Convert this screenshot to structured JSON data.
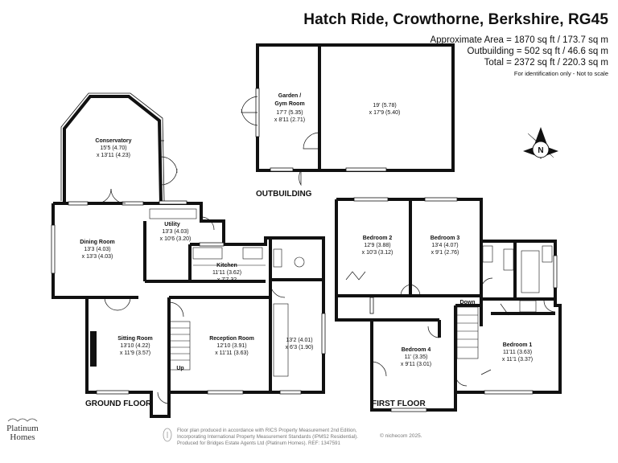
{
  "header": {
    "title": "Hatch Ride, Crowthorne, Berkshire, RG45",
    "area": "Approximate Area = 1870 sq ft / 173.7 sq m",
    "outbuilding": "Outbuilding = 502 sq ft / 46.6 sq m",
    "total": "Total = 2372 sq ft / 220.3 sq m",
    "note": "For identification only - Not to scale"
  },
  "compass": {
    "letter": "N"
  },
  "outbuilding": {
    "label": "OUTBUILDING",
    "garden": {
      "name": "Garden /",
      "name2": "Gym Room",
      "dim1": "17'7 (5.35)",
      "dim2": "x 8'11 (2.71)"
    },
    "main": {
      "dim1": "19' (5.78)",
      "dim2": "x 17'9 (5.40)"
    }
  },
  "ground": {
    "label": "GROUND FLOOR",
    "conservatory": {
      "name": "Conservatory",
      "dim1": "15'5 (4.70)",
      "dim2": "x 13'11 (4.23)"
    },
    "dining": {
      "name": "Dining Room",
      "dim1": "13'3 (4.03)",
      "dim2": "x 13'3 (4.03)"
    },
    "utility": {
      "name": "Utility",
      "dim1": "13'3 (4.03)",
      "dim2": "x 10'6 (3.20)"
    },
    "kitchen": {
      "name": "Kitchen",
      "dim1": "11'11 (3.62)",
      "dim2": "x 7'7.32"
    },
    "sitting": {
      "name": "Sitting Room",
      "dim1": "13'10 (4.22)",
      "dim2": "x 11'9 (3.57)"
    },
    "reception": {
      "name": "Reception Room",
      "dim1": "12'10 (3.91)",
      "dim2": "x 11'11 (3.63)"
    },
    "garage": {
      "dim1": "13'2 (4.01)",
      "dim2": "x 6'3 (1.90)"
    },
    "up": "Up"
  },
  "first": {
    "label": "FIRST FLOOR",
    "bed2": {
      "name": "Bedroom 2",
      "dim1": "12'9 (3.88)",
      "dim2": "x 10'3 (3.12)"
    },
    "bed3": {
      "name": "Bedroom 3",
      "dim1": "13'4 (4.07)",
      "dim2": "x 9'1 (2.76)"
    },
    "bed4": {
      "name": "Bedroom 4",
      "dim1": "11' (3.35)",
      "dim2": "x 9'11 (3.01)"
    },
    "bed1": {
      "name": "Bedroom 1",
      "dim1": "11'11 (3.63)",
      "dim2": "x 11'1 (3.37)"
    },
    "down": "Down"
  },
  "logo": {
    "line1": "Platinum",
    "line2": "Homes"
  },
  "footer": {
    "line1": "Floor plan produced in accordance with RICS Property Measurement 2nd Edition,",
    "line2": "Incorporating International Property Measurement Standards (IPMS2 Residential).",
    "line3": "Produced for Bridges Estate Agents Ltd (Platinum Homes).  REF: 1347591",
    "copyright": "© nichecom 2025."
  }
}
